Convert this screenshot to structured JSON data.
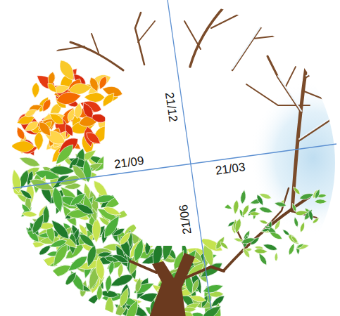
{
  "diagram": {
    "labels": [
      "21/12",
      "21/09",
      "21/03",
      "21/06"
    ]
  }
}
